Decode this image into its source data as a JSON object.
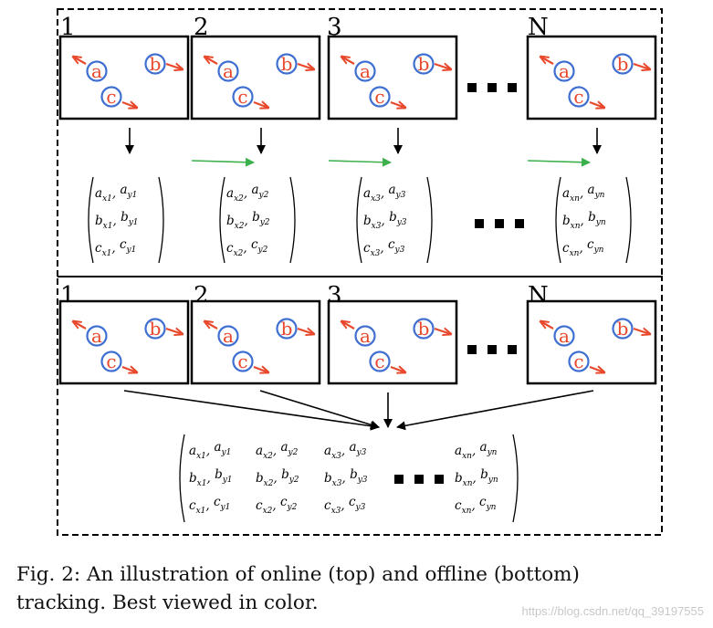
{
  "colors": {
    "object_letter": "#e8482c",
    "object_circle": "#3f6fd1",
    "motion_arrow": "#e8482c",
    "temporal_arrow": "#3cb04b",
    "ink": "#000000"
  },
  "frame_labels": [
    "1",
    "2",
    "3",
    "N"
  ],
  "object_labels": [
    "a",
    "b",
    "c"
  ],
  "ellipsis": "• • •",
  "matrix_rows": [
    {
      "letter": "a",
      "x": "x",
      "y": "y"
    },
    {
      "letter": "b",
      "x": "x",
      "y": "y"
    },
    {
      "letter": "c",
      "x": "x",
      "y": "y"
    }
  ],
  "matrix_subscripts": [
    "1",
    "2",
    "3",
    "n"
  ],
  "sections": [
    {
      "id": "online",
      "mode": "per-frame"
    },
    {
      "id": "offline",
      "mode": "all-frames"
    }
  ],
  "caption": "Fig. 2: An illustration of online (top) and offline (bottom)\ntracking. Best viewed in color.",
  "watermark": "https://blog.csdn.net/qq_39197555"
}
